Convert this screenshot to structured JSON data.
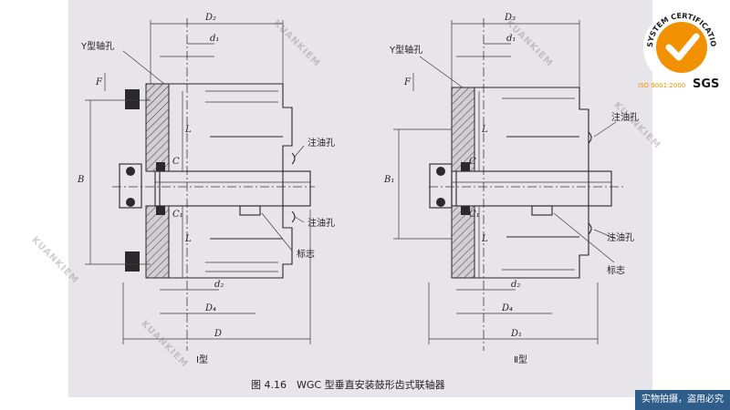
{
  "figure": {
    "caption": "图 4.16　WGC 型垂直安装鼓形齿式联轴器",
    "left": {
      "label": "Ⅰ型",
      "y_shaft_hole": "Y型轴孔",
      "oil_hole_top": "注油孔",
      "oil_hole_bottom": "注油孔",
      "mark": "标志",
      "dims": {
        "D2": "D₂",
        "d1": "d₁",
        "F": "F",
        "L_top": "L",
        "C": "C",
        "C1": "C₁",
        "L_bottom": "L",
        "B": "B",
        "d2": "d₂",
        "D4": "D₄",
        "D": "D"
      }
    },
    "right": {
      "label": "Ⅱ型",
      "y_shaft_hole": "Y型轴孔",
      "oil_hole_top": "注油孔",
      "oil_hole_bottom": "注油孔",
      "mark": "标志",
      "dims": {
        "D3": "D₃",
        "d1": "d₁",
        "F": "F",
        "L_top": "L",
        "C": "C",
        "C1": "C₁",
        "L_bottom": "L",
        "B1": "B₁",
        "d2": "d₂",
        "D4": "D₄",
        "D1": "D₁"
      }
    }
  },
  "watermark": "KUANKIEM",
  "badge": {
    "ring_text": "SYSTEM CERTIFICATION",
    "iso_text": "ISO 9001:2000",
    "sgs_text": "SGS",
    "colors": {
      "orange": "#f29100",
      "dark": "#1a1a1a"
    }
  },
  "notice": "实物拍摄，盗用必究"
}
